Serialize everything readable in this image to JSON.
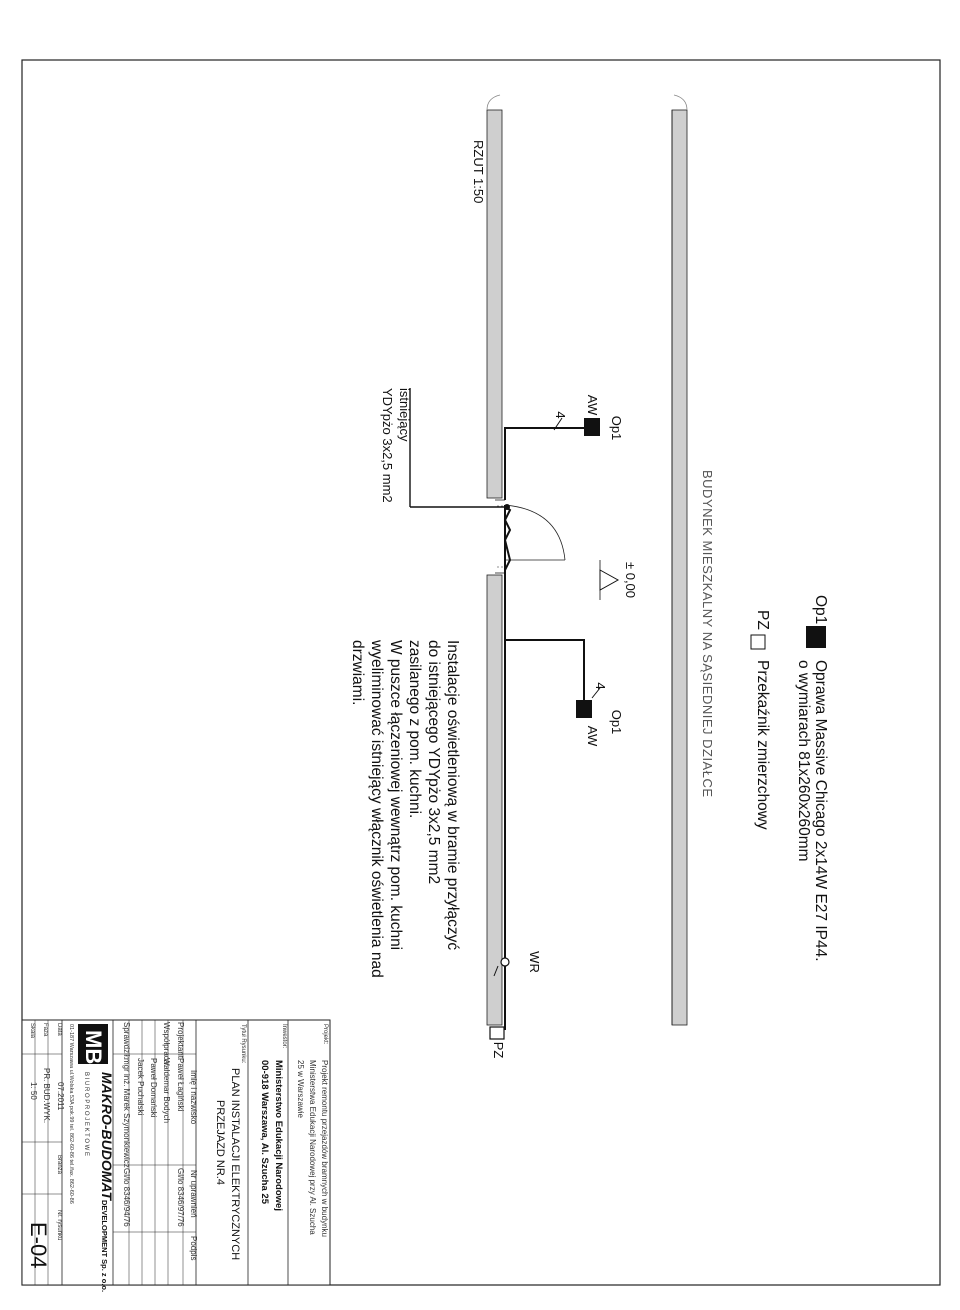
{
  "drawing": {
    "view_label": "RZUT 1:50",
    "building_note": "BUDYNEK MIESZKALNY NA SĄSIEDNIEJ DZIAŁCE",
    "elevation": "± 0,00",
    "legend": [
      {
        "symbol": "Op1",
        "text_line1": "Oprawa Massive Chicago 2x14W E27 IP44.",
        "text_line2": "o wymiarach 81x260x260mm"
      },
      {
        "symbol": "PZ",
        "text_line1": "Przekaźnik zmierzchowy"
      }
    ],
    "fixtures": [
      {
        "label": "Op1",
        "sub": "AW",
        "wires": "4"
      },
      {
        "label": "Op1",
        "sub": "AW",
        "wires": "4"
      }
    ],
    "relay_label": "PZ",
    "switch_label": "WR",
    "supply_cable": {
      "line1": "istniejący",
      "line2": "YDYpżo 3x2,5 mm2"
    },
    "notes": [
      "Instalacje oświetleniową w bramie przyłączyć",
      "do istniejącego YDYpżo 3x2,5 mm2",
      "zasilanego z pom. kuchni.",
      "W puszce łączeniowej wewnątrz pom. kuchni",
      "wyeliminować istniejący włącznik oświetlenia nad",
      "drzwiami."
    ]
  },
  "title_block": {
    "project_label": "Projekt:",
    "project_lines": [
      "Projekt remontu przejazdów bramnych w budynku",
      "Ministerstwa Edukacji Narodowej przy Al. Szucha",
      "25 w Warszawie"
    ],
    "investor_label": "Inwestor:",
    "investor_lines": [
      "Ministerstwo Edukacji Narodowej",
      "00-918 Warszawa, Al. Szucha 25"
    ],
    "drawing_label": "Tytuł Rysunku:",
    "drawing_lines": [
      "PLAN INSTALACJI ELEKTRYCZNYCH",
      "PRZEJAZD NR.4"
    ],
    "table_header": {
      "c1": "Imię i nazwisko",
      "c2": "Nr uprawnień",
      "c3": "Podpis"
    },
    "rows": [
      {
        "role": "Projektant:",
        "name": "Paweł Łagiński",
        "license": "Gl/lo 8346/97/76"
      },
      {
        "role": "Współpraca:",
        "name": "Waldemar Bodych",
        "license": ""
      },
      {
        "role": "",
        "name": "Paweł Domański",
        "license": ""
      },
      {
        "role": "",
        "name": "Jacek Puchalski",
        "license": ""
      },
      {
        "role": "Sprawdził:",
        "name": "mgr inż. Marek Szymonkiewicz",
        "license": "Gl/lo 8346/94/76"
      }
    ],
    "company_logo": "MB",
    "company_name": "MAKRO-BUDOMAT",
    "company_suffix": "DEVELOPMENT Sp. z o.o.",
    "company_sub": "B I U R O   P R O J E K T O W E",
    "company_address": "01-187 Warszawa ul.Wolska 53A  pok.99  tel. 862-60-86 tel./fax. 862-60-86",
    "meta": [
      {
        "label": "Data",
        "value": "07.2011",
        "label2": "Branża",
        "value2": ""
      },
      {
        "label": "Faza",
        "value": "PR. BUD.WYK.",
        "label2": "Nr. rysunku",
        "value2": ""
      },
      {
        "label": "Skala",
        "value": "1: 50",
        "label2": "",
        "value2": ""
      }
    ],
    "drawing_number": "E-04"
  }
}
